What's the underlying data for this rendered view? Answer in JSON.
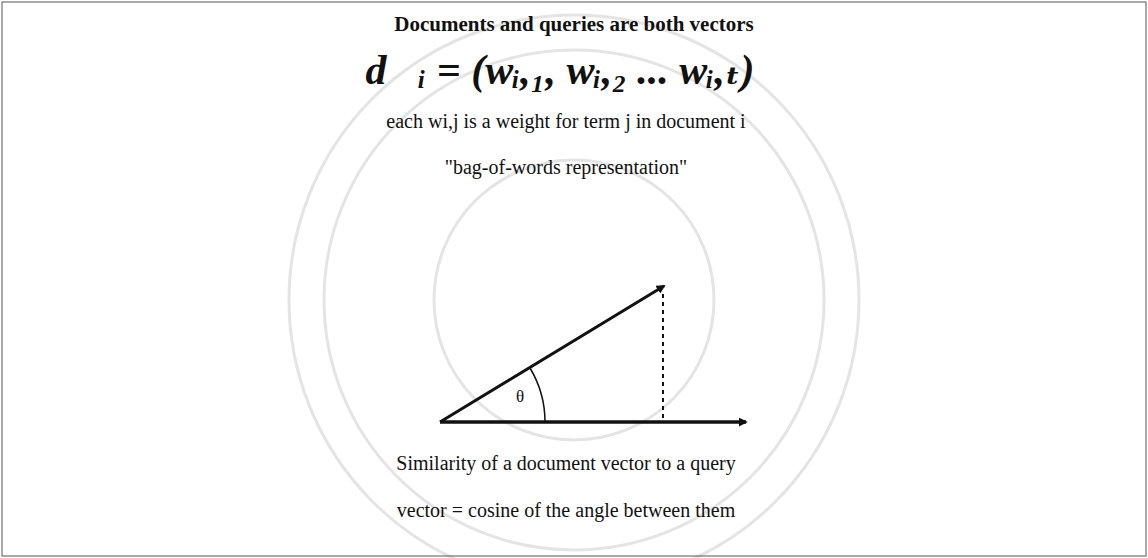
{
  "diagram": {
    "title": "Documents and queries are both vectors",
    "labels": [
      "d⃗ᵢ = (wᵢ,₁, wᵢ,₂ ... wᵢ,ₜ)",
      "each wi,j is a weight for term j in document i",
      "\"bag-of-words representation\"",
      "θ",
      "Similarity of a document vector to a query",
      "vector = cosine of the angle between them"
    ]
  }
}
